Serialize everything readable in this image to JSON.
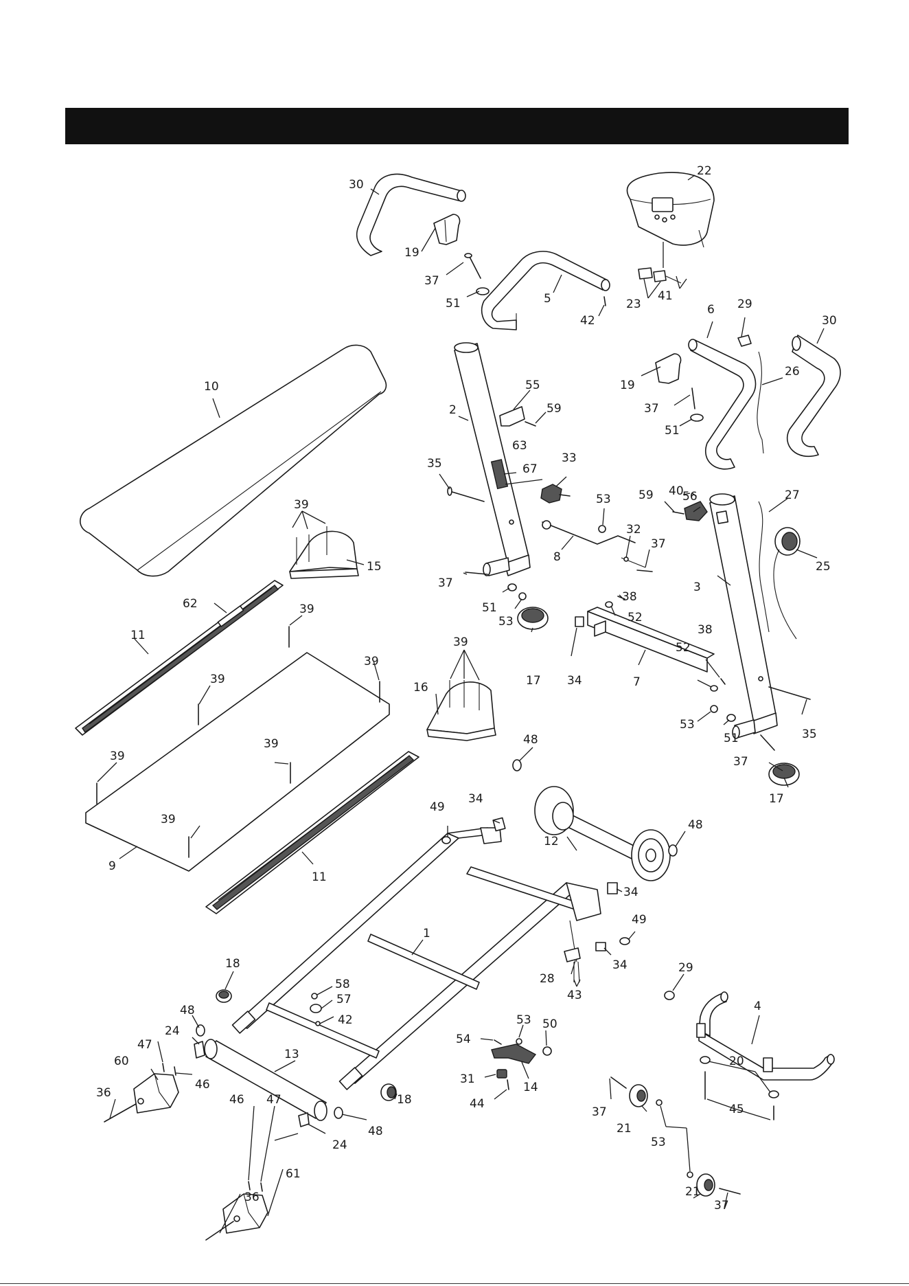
{
  "header": {
    "title": ""
  },
  "callouts": [
    {
      "id": "c30a",
      "label": "30"
    },
    {
      "id": "c22",
      "label": "22"
    },
    {
      "id": "c19a",
      "label": "19"
    },
    {
      "id": "c37a",
      "label": "37"
    },
    {
      "id": "c51a",
      "label": "51"
    },
    {
      "id": "c5",
      "label": "5"
    },
    {
      "id": "c42a",
      "label": "42"
    },
    {
      "id": "c23",
      "label": "23"
    },
    {
      "id": "c41",
      "label": "41"
    },
    {
      "id": "c6",
      "label": "6"
    },
    {
      "id": "c29a",
      "label": "29"
    },
    {
      "id": "c30b",
      "label": "30"
    },
    {
      "id": "c26",
      "label": "26"
    },
    {
      "id": "c10",
      "label": "10"
    },
    {
      "id": "c2",
      "label": "2"
    },
    {
      "id": "c55",
      "label": "55"
    },
    {
      "id": "c59a",
      "label": "59"
    },
    {
      "id": "c19b",
      "label": "19"
    },
    {
      "id": "c37b",
      "label": "37"
    },
    {
      "id": "c51b",
      "label": "51"
    },
    {
      "id": "c63",
      "label": "63"
    },
    {
      "id": "c67",
      "label": "67"
    },
    {
      "id": "c33",
      "label": "33"
    },
    {
      "id": "c35a",
      "label": "35"
    },
    {
      "id": "c39a",
      "label": "39"
    },
    {
      "id": "c15",
      "label": "15"
    },
    {
      "id": "c53a",
      "label": "53"
    },
    {
      "id": "c40",
      "label": "40"
    },
    {
      "id": "c27",
      "label": "27"
    },
    {
      "id": "c59b",
      "label": "59"
    },
    {
      "id": "c56",
      "label": "56"
    },
    {
      "id": "c32",
      "label": "32"
    },
    {
      "id": "c8",
      "label": "8"
    },
    {
      "id": "c37c",
      "label": "37"
    },
    {
      "id": "c25",
      "label": "25"
    },
    {
      "id": "c37d",
      "label": "37"
    },
    {
      "id": "c3",
      "label": "3"
    },
    {
      "id": "c51c",
      "label": "51"
    },
    {
      "id": "c53b",
      "label": "53"
    },
    {
      "id": "c38a",
      "label": "38"
    },
    {
      "id": "c62",
      "label": "62"
    },
    {
      "id": "c52a",
      "label": "52"
    },
    {
      "id": "c39b",
      "label": "39"
    },
    {
      "id": "c11a",
      "label": "11"
    },
    {
      "id": "c38b",
      "label": "38"
    },
    {
      "id": "c39c",
      "label": "39"
    },
    {
      "id": "c52b",
      "label": "52"
    },
    {
      "id": "c39d",
      "label": "39"
    },
    {
      "id": "c16",
      "label": "16"
    },
    {
      "id": "c39e",
      "label": "39"
    },
    {
      "id": "c17a",
      "label": "17"
    },
    {
      "id": "c34a",
      "label": "34"
    },
    {
      "id": "c7",
      "label": "7"
    },
    {
      "id": "c53c",
      "label": "53"
    },
    {
      "id": "c35b",
      "label": "35"
    },
    {
      "id": "c51d",
      "label": "51"
    },
    {
      "id": "c39f",
      "label": "39"
    },
    {
      "id": "c39g",
      "label": "39"
    },
    {
      "id": "c48a",
      "label": "48"
    },
    {
      "id": "c37e",
      "label": "37"
    },
    {
      "id": "c17b",
      "label": "17"
    },
    {
      "id": "c39h",
      "label": "39"
    },
    {
      "id": "c34b",
      "label": "34"
    },
    {
      "id": "c49a",
      "label": "49"
    },
    {
      "id": "c12",
      "label": "12"
    },
    {
      "id": "c48b",
      "label": "48"
    },
    {
      "id": "c9",
      "label": "9"
    },
    {
      "id": "c11b",
      "label": "11"
    },
    {
      "id": "c34c",
      "label": "34"
    },
    {
      "id": "c49b",
      "label": "49"
    },
    {
      "id": "c1",
      "label": "1"
    },
    {
      "id": "c29b",
      "label": "29"
    },
    {
      "id": "c34d",
      "label": "34"
    },
    {
      "id": "c18a",
      "label": "18"
    },
    {
      "id": "c58",
      "label": "58"
    },
    {
      "id": "c28",
      "label": "28"
    },
    {
      "id": "c43",
      "label": "43"
    },
    {
      "id": "c48c",
      "label": "48"
    },
    {
      "id": "c57",
      "label": "57"
    },
    {
      "id": "c42b",
      "label": "42"
    },
    {
      "id": "c4",
      "label": "4"
    },
    {
      "id": "c24a",
      "label": "24"
    },
    {
      "id": "c53d",
      "label": "53"
    },
    {
      "id": "c54",
      "label": "54"
    },
    {
      "id": "c50",
      "label": "50"
    },
    {
      "id": "c47a",
      "label": "47"
    },
    {
      "id": "c13",
      "label": "13"
    },
    {
      "id": "c60",
      "label": "60"
    },
    {
      "id": "c46a",
      "label": "46"
    },
    {
      "id": "c31",
      "label": "31"
    },
    {
      "id": "c14",
      "label": "14"
    },
    {
      "id": "c20",
      "label": "20"
    },
    {
      "id": "c36a",
      "label": "36"
    },
    {
      "id": "c44",
      "label": "44"
    },
    {
      "id": "c18b",
      "label": "18"
    },
    {
      "id": "c46b",
      "label": "46"
    },
    {
      "id": "c47b",
      "label": "47"
    },
    {
      "id": "c37f",
      "label": "37"
    },
    {
      "id": "c45",
      "label": "45"
    },
    {
      "id": "c48d",
      "label": "48"
    },
    {
      "id": "c24b",
      "label": "24"
    },
    {
      "id": "c21a",
      "label": "21"
    },
    {
      "id": "c53e",
      "label": "53"
    },
    {
      "id": "c61",
      "label": "61"
    },
    {
      "id": "c21b",
      "label": "21"
    },
    {
      "id": "c37g",
      "label": "37"
    },
    {
      "id": "c36b",
      "label": "36"
    }
  ]
}
